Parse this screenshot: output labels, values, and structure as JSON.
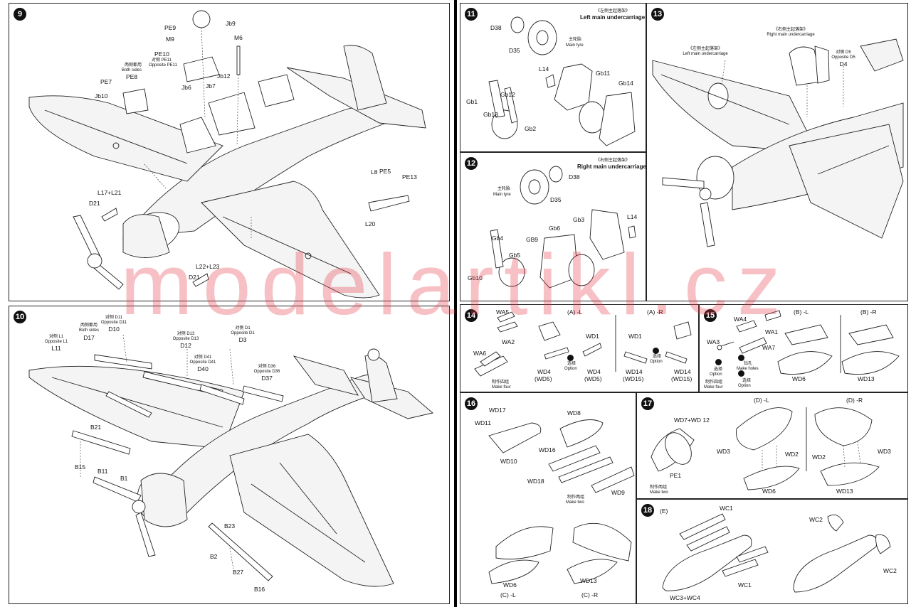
{
  "watermark": "modelartikl.cz",
  "steps": {
    "s9": {
      "num": "9",
      "labels": [
        "PE9",
        "M9",
        "PE10",
        "对侧 PE11",
        "Opposite PE11",
        "Jb9",
        "M6",
        "两侧都用",
        "Both sides",
        "PE8",
        "PE7",
        "Jb10",
        "Jb6",
        "Jb7",
        "Jb12",
        "L17+L21",
        "D21",
        "L22+L23",
        "D21",
        "L8",
        "PE5",
        "PE13",
        "L20"
      ]
    },
    "s10": {
      "num": "10",
      "labels": [
        "对侧 D11",
        "Opposite D11",
        "D10",
        "两侧都用",
        "Both sides",
        "D17",
        "对侧 L1",
        "Opposite L1",
        "L11",
        "对侧 D13",
        "Opposite D13",
        "D12",
        "对侧 D41",
        "Opposite D41",
        "D40",
        "对侧 D1",
        "Opposite D1",
        "D3",
        "对侧 D36",
        "Opposite D36",
        "D37",
        "B21",
        "B15",
        "B11",
        "B1",
        "B23",
        "B2",
        "B27",
        "B16"
      ]
    },
    "s11": {
      "num": "11",
      "cn": "《左侧主起落架》",
      "title": "Left main undercarriage",
      "labels": [
        "D38",
        "D35",
        "主轮胎",
        "Main tyre",
        "L14",
        "Gb11",
        "Gb12",
        "Gb1",
        "Gb13",
        "Gb2",
        "Gb14"
      ]
    },
    "s12": {
      "num": "12",
      "cn": "《右侧主起落架》",
      "title": "Right main undercarriage",
      "labels": [
        "主轮胎",
        "Main tyre",
        "D38",
        "D35",
        "Gb3",
        "Gb6",
        "L14",
        "Gb4",
        "GB9",
        "Gb5",
        "Gb10"
      ]
    },
    "s13": {
      "num": "13",
      "labels": [
        "《右侧主起落架》",
        "Right main undercarriage",
        "《左侧主起落架》",
        "Left main undercarriage",
        "对侧 D5",
        "Opposite D5",
        "D4"
      ]
    },
    "s14": {
      "num": "14",
      "labels": [
        "WA5",
        "WA2",
        "WA6",
        "制作四组",
        "Make four",
        "(A) -L",
        "(A) -R",
        "WD1",
        "WD1",
        "选择",
        "Option",
        "选择",
        "Option",
        "WD4",
        "(WD5)",
        "WD4",
        "(WD5)",
        "WD14",
        "(WD15)",
        "WD14",
        "(WD15)"
      ]
    },
    "s15": {
      "num": "15",
      "labels": [
        "WA4",
        "WA1",
        "WA3",
        "WA7",
        "(B) -L",
        "(B) -R",
        "钻孔",
        "Make holes",
        "选择",
        "Option",
        "选择",
        "Option",
        "制作四组",
        "Make four",
        "WD6",
        "WD13"
      ]
    },
    "s16": {
      "num": "16",
      "labels": [
        "WD17",
        "WD11",
        "WD8",
        "WD16",
        "WD10",
        "WD18",
        "制作两组",
        "Make two",
        "WD9",
        "WD6",
        "WD13",
        "(C) -L",
        "(C) -R"
      ]
    },
    "s17": {
      "num": "17",
      "labels": [
        "WD7+WD 12",
        "PE1",
        "制作两组",
        "Make two",
        "(D) -L",
        "(D) -R",
        "WD3",
        "WD2",
        "WD2",
        "WD3",
        "WD6",
        "WD13"
      ]
    },
    "s18": {
      "num": "18",
      "labels": [
        "(E)",
        "WC1",
        "WC2",
        "WC1",
        "WC3+WC4",
        "WC2"
      ]
    }
  }
}
